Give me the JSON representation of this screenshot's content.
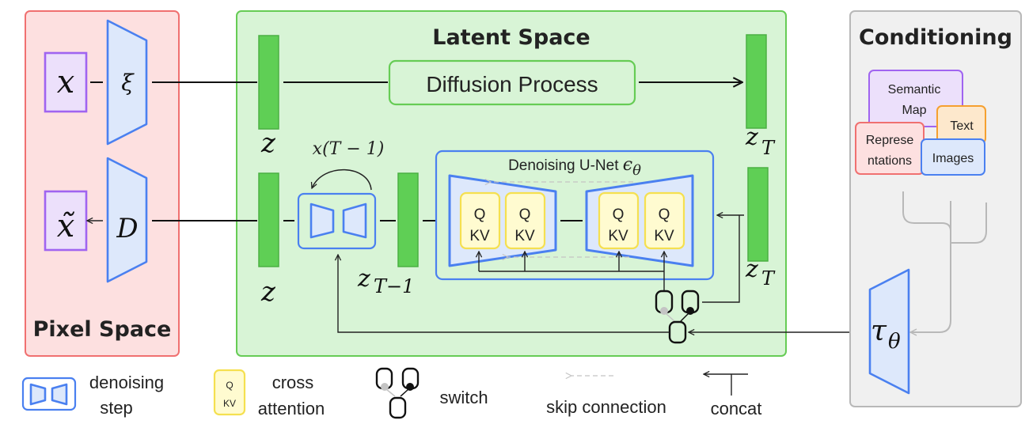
{
  "panels": {
    "pixel_space": {
      "title": "Pixel Space",
      "fill": "#fde0e0",
      "stroke": "#f07070"
    },
    "latent_space": {
      "title": "Latent Space",
      "fill": "#d8f4d6",
      "stroke": "#66cc55"
    },
    "conditioning": {
      "title": "Conditioning",
      "fill": "#f0f0f0",
      "stroke": "#b8b8b8"
    }
  },
  "pixel": {
    "input_label": "x",
    "output_label": "x̃",
    "encoder_label": "ξ",
    "decoder_label": "D"
  },
  "latent": {
    "z_top_label": "z",
    "z_bottom_label": "z",
    "zT_top_label": "z",
    "zT_top_sub": "T",
    "zT_bottom_label": "z",
    "zT_bottom_sub": "T",
    "zT1_label": "z",
    "zT1_sub": "T−1",
    "diffusion_process": "Diffusion Process",
    "loop_label": "x(T − 1)",
    "unet_title": "Denoising U-Net ",
    "unet_symbol": "ϵ",
    "unet_sub": "θ",
    "attn_q": "Q",
    "attn_kv": "KV"
  },
  "conditioning": {
    "items": [
      {
        "label_line1": "Semantic",
        "label_line2": "Map",
        "fill": "#ece0fb",
        "stroke": "#a064f0"
      },
      {
        "label_line1": "Text",
        "label_line2": "",
        "fill": "#fde8cc",
        "stroke": "#f5a030"
      },
      {
        "label_line1": "Represe",
        "label_line2": "ntations",
        "fill": "#fde0e0",
        "stroke": "#f07070"
      },
      {
        "label_line1": "Images",
        "label_line2": "",
        "fill": "#dde8fb",
        "stroke": "#4a80f0"
      }
    ],
    "encoder_label": "τ",
    "encoder_sub": "θ"
  },
  "legend": {
    "denoising_step": [
      "denoising",
      "step"
    ],
    "cross_attention": [
      "cross",
      "attention"
    ],
    "cross_attention_q": "Q",
    "cross_attention_kv": "KV",
    "switch": "switch",
    "skip_connection": "skip connection",
    "concat": "concat"
  },
  "colors": {
    "latent_bar": "#5fcf55",
    "latent_bar_stroke": "#4bb043",
    "block_fill": "#dde8fb",
    "block_stroke": "#4a80f0",
    "io_fill": "#ece0fb",
    "io_stroke": "#a064f0",
    "attn_fill": "#fffbd0",
    "attn_stroke": "#f5e050",
    "skip": "#b8b8b8",
    "line": "#222222"
  }
}
